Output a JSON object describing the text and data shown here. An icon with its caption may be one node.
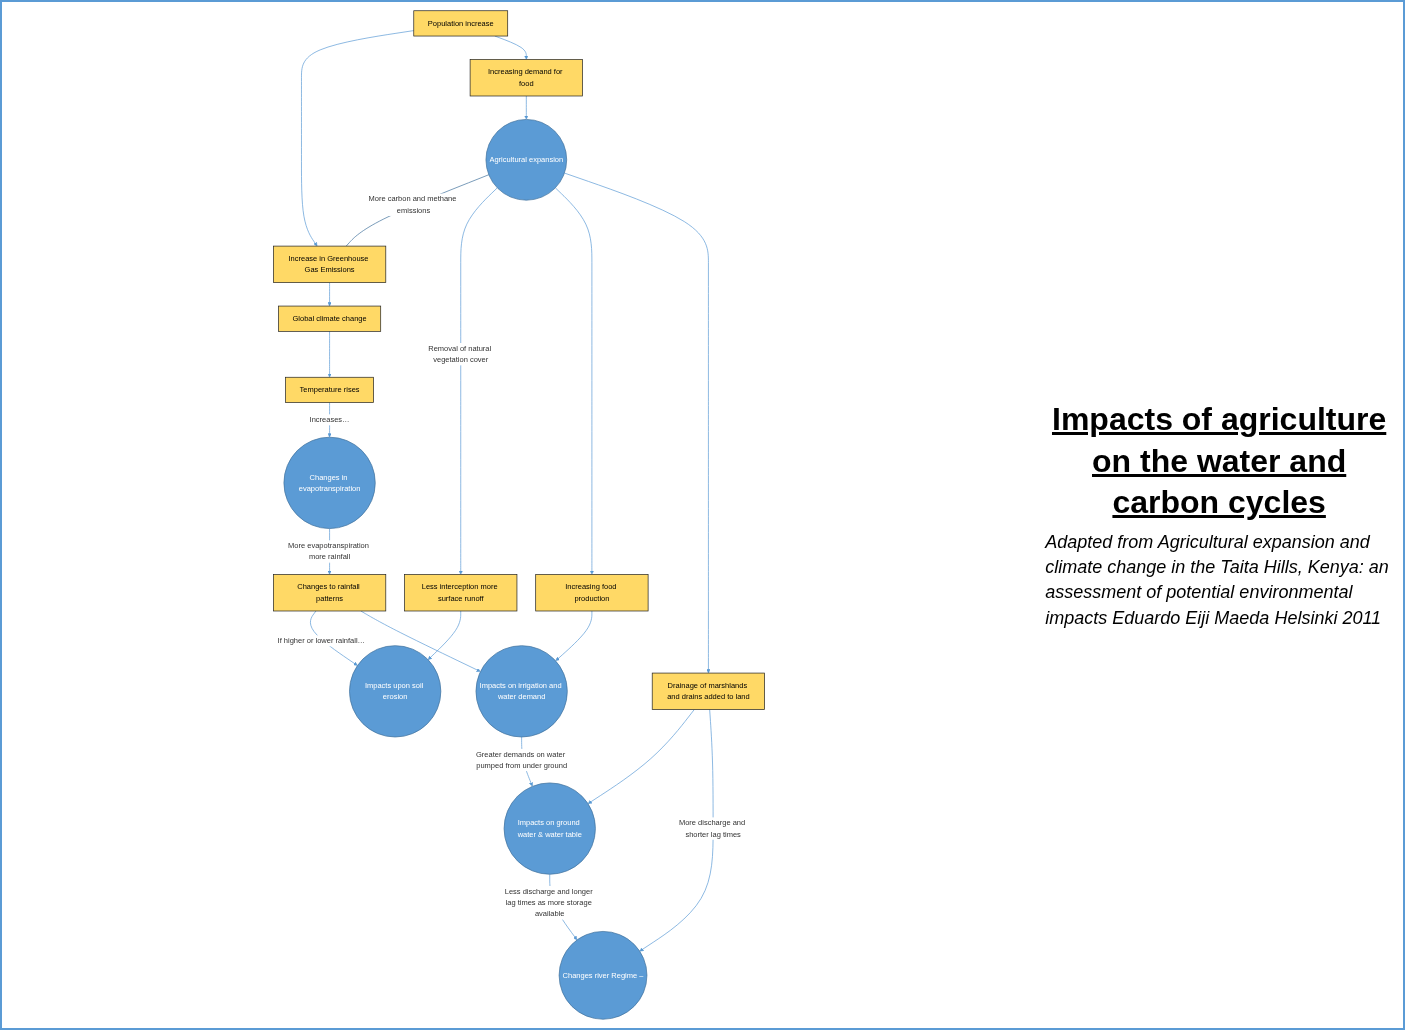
{
  "diagram": {
    "title": "Impacts of agriculture on the water and carbon cycles",
    "caption": "Adapted from Agricultural expansion and climate change in the Taita Hills, Kenya: an assessment of potential environmental impacts Eduardo Eiji Maeda Helsinki 2011",
    "nodes": [
      {
        "text": [
          "Population increase"
        ]
      },
      {
        "text": [
          "Increase in Greenhouse Gas Emissions"
        ]
      },
      {
        "text": [
          "Global climate change"
        ]
      },
      {
        "text": [
          "Temperature rises"
        ]
      },
      {
        "text": [
          "Impacts upon soil erosion"
        ]
      },
      {
        "text": [
          "Increasing demand for food"
        ]
      },
      {
        "text": [
          "Changes to rainfall patterns"
        ]
      },
      {
        "text": [
          "Changes in evapotranspiration"
        ]
      },
      {
        "text": [
          "Less interception more surface runoff"
        ]
      },
      {
        "text": [
          "Agricultural expansion"
        ]
      },
      {
        "text": [
          "Impacts on irrigation and water demand"
        ]
      },
      {
        "text": [
          "Increasing food production"
        ]
      },
      {
        "text": [
          "Drainage of marshlands and drains added to land"
        ]
      },
      {
        "text": [
          "Impacts on ground water & water table"
        ]
      },
      {
        "text": [
          "Changes river Regime –"
        ]
      }
    ],
    "edges": [
      {
        "from": 0,
        "to": 1,
        "arrow": "to"
      },
      {
        "from": 0,
        "to": 5,
        "arrow": "to"
      },
      {
        "from": 1,
        "to": 2,
        "arrow": "to"
      },
      {
        "from": 2,
        "to": 3,
        "arrow": "to"
      },
      {
        "from": 3,
        "to": 7,
        "arrow": "to",
        "label": "Increases…"
      },
      {
        "from": 7,
        "to": 6,
        "arrow": "to",
        "label": "More evapotranspiration more rainfall"
      },
      {
        "from": 6,
        "to": 4,
        "arrow": "to",
        "label": "If higher or lower rainfall…"
      },
      {
        "from": 6,
        "to": 10,
        "arrow": "to"
      },
      {
        "from": 5,
        "to": 9,
        "arrow": "to"
      },
      {
        "from": 9,
        "to": 1,
        "arrow": "none",
        "label": "More carbon and methane emissions",
        "color": "#41719c"
      },
      {
        "from": 9,
        "to": 8,
        "arrow": "to",
        "label": "Removal of natural vegetation cover"
      },
      {
        "from": 8,
        "to": 4,
        "arrow": "to"
      },
      {
        "from": 9,
        "to": 11,
        "arrow": "to"
      },
      {
        "from": 11,
        "to": 10,
        "arrow": "to"
      },
      {
        "from": 9,
        "to": 12,
        "arrow": "to"
      },
      {
        "from": 12,
        "to": 13,
        "arrow": "to"
      },
      {
        "from": 12,
        "to": 14,
        "arrow": "to",
        "label": "More discharge and shorter lag times"
      },
      {
        "from": 10,
        "to": 13,
        "arrow": "to",
        "label": "Greater demands on water pumped from under ground"
      },
      {
        "from": 13,
        "to": 14,
        "arrow": "to",
        "label": "Less discharge and longer lag times as more storage available"
      }
    ]
  }
}
